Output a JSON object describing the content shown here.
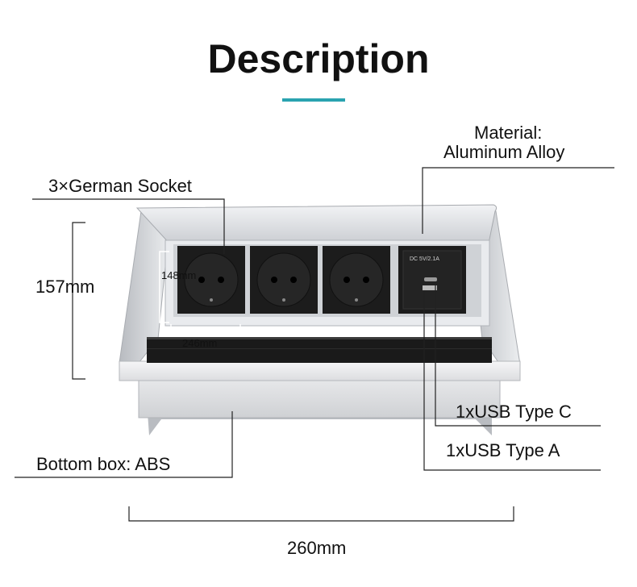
{
  "title": "Description",
  "accent_color": "#2aa3b0",
  "labels": {
    "material_line1": "Material:",
    "material_line2": "Aluminum Alloy",
    "german_socket": "3×German Socket",
    "height": "157mm",
    "socket_height": "148mm",
    "socket_width": "246mm",
    "usb_c": "1xUSB Type C",
    "usb_a": "1xUSB Type A",
    "bottom_box": "Bottom box: ABS",
    "total_width": "260mm"
  },
  "usb_panel": {
    "rating": "DC 5V/2.1A"
  }
}
